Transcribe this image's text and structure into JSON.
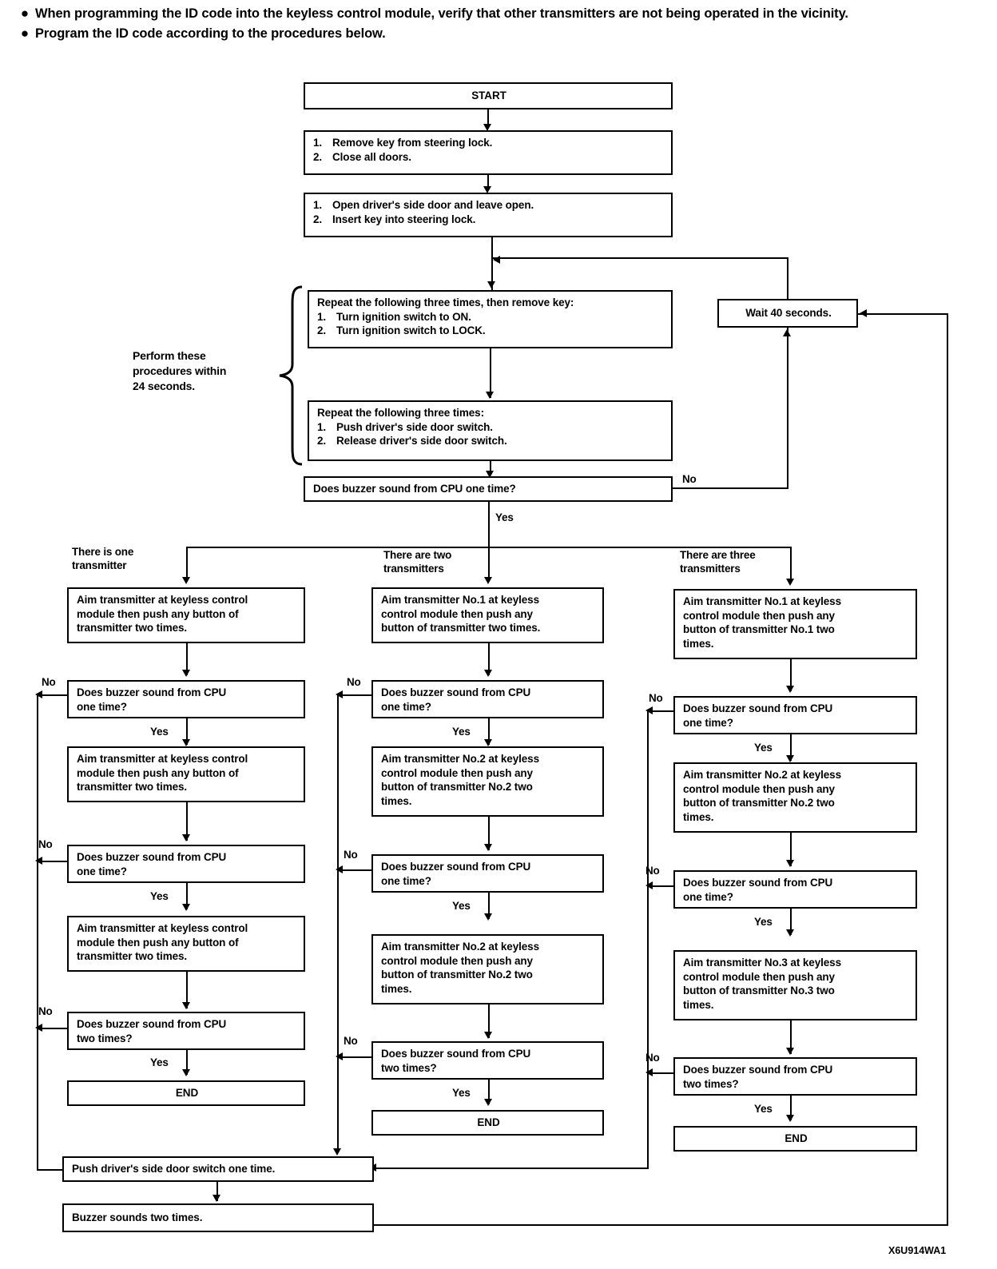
{
  "notes": [
    "When programming the ID code into the keyless control module, verify that other transmitters are not being operated in the vicinity.",
    "Program the ID code according to the procedures below."
  ],
  "bullet_glyph": "●",
  "flowchart": {
    "start": "START",
    "step1": {
      "l1n": "1.",
      "l1": "Remove key from steering lock.",
      "l2n": "2.",
      "l2": "Close all doors."
    },
    "step2": {
      "l1n": "1.",
      "l1": "Open driver's side door and leave open.",
      "l2n": "2.",
      "l2": "Insert key into steering lock."
    },
    "step3": {
      "head": "Repeat the following three times, then remove key:",
      "l1n": "1.",
      "l1": "Turn ignition switch to ON.",
      "l2n": "2.",
      "l2": "Turn ignition switch to LOCK."
    },
    "step4": {
      "head": "Repeat the following three times:",
      "l1n": "1.",
      "l1": "Push driver's side door switch.",
      "l2n": "2.",
      "l2": "Release driver's side door switch."
    },
    "brace_label": {
      "l1": "Perform these",
      "l2": "procedures within",
      "l3": "24 seconds."
    },
    "wait": "Wait 40 seconds.",
    "buzzer_main": "Does buzzer sound from CPU one time?",
    "label_no": "No",
    "label_yes": "Yes",
    "columns": [
      {
        "head_l1": "There is one",
        "head_l2": "transmitter",
        "steps": [
          {
            "kind": "action",
            "lines": [
              "Aim transmitter at keyless control",
              "module then push any button of",
              "transmitter two times."
            ]
          },
          {
            "kind": "decision",
            "lines": [
              "Does buzzer sound from CPU",
              "one time?"
            ]
          },
          {
            "kind": "action",
            "lines": [
              "Aim transmitter at keyless control",
              "module then push any button of",
              "transmitter two times."
            ]
          },
          {
            "kind": "decision",
            "lines": [
              "Does buzzer sound from CPU",
              "one time?"
            ]
          },
          {
            "kind": "action",
            "lines": [
              "Aim transmitter at keyless control",
              "module then push any button of",
              "transmitter two times."
            ]
          },
          {
            "kind": "decision",
            "lines": [
              "Does buzzer sound from CPU",
              "two times?"
            ]
          },
          {
            "kind": "end",
            "lines": [
              "END"
            ]
          }
        ]
      },
      {
        "head_l1": "There are two",
        "head_l2": "transmitters",
        "steps": [
          {
            "kind": "action",
            "lines": [
              "Aim transmitter No.1 at keyless",
              "control module then push any",
              "button of transmitter two times."
            ]
          },
          {
            "kind": "decision",
            "lines": [
              "Does buzzer sound from CPU",
              "one time?"
            ]
          },
          {
            "kind": "action",
            "lines": [
              "Aim transmitter No.2 at keyless",
              "control module then push any",
              "button of transmitter No.2 two",
              "times."
            ]
          },
          {
            "kind": "decision",
            "lines": [
              "Does buzzer sound from CPU",
              "one time?"
            ]
          },
          {
            "kind": "action",
            "lines": [
              "Aim transmitter No.2 at keyless",
              "control module then push any",
              "button of transmitter No.2 two",
              "times."
            ]
          },
          {
            "kind": "decision",
            "lines": [
              "Does buzzer sound from CPU",
              "two times?"
            ]
          },
          {
            "kind": "end",
            "lines": [
              "END"
            ]
          }
        ]
      },
      {
        "head_l1": "There are three",
        "head_l2": "transmitters",
        "steps": [
          {
            "kind": "action",
            "lines": [
              "Aim transmitter No.1 at keyless",
              "control module then push any",
              "button of transmitter No.1 two",
              "times."
            ]
          },
          {
            "kind": "decision",
            "lines": [
              "Does buzzer sound from CPU",
              "one time?"
            ]
          },
          {
            "kind": "action",
            "lines": [
              "Aim transmitter No.2 at keyless",
              "control module then push any",
              "button of transmitter No.2 two",
              "times."
            ]
          },
          {
            "kind": "decision",
            "lines": [
              "Does buzzer sound from CPU",
              "one time?"
            ]
          },
          {
            "kind": "action",
            "lines": [
              "Aim transmitter No.3 at keyless",
              "control module then push any",
              "button of transmitter No.3 two",
              "times."
            ]
          },
          {
            "kind": "decision",
            "lines": [
              "Does buzzer sound from CPU",
              "two times?"
            ]
          },
          {
            "kind": "end",
            "lines": [
              "END"
            ]
          }
        ]
      }
    ],
    "push_switch": "Push driver's side door switch one time.",
    "buzzer_two": "Buzzer sounds two times.",
    "figure_code": "X6U914WA1"
  }
}
